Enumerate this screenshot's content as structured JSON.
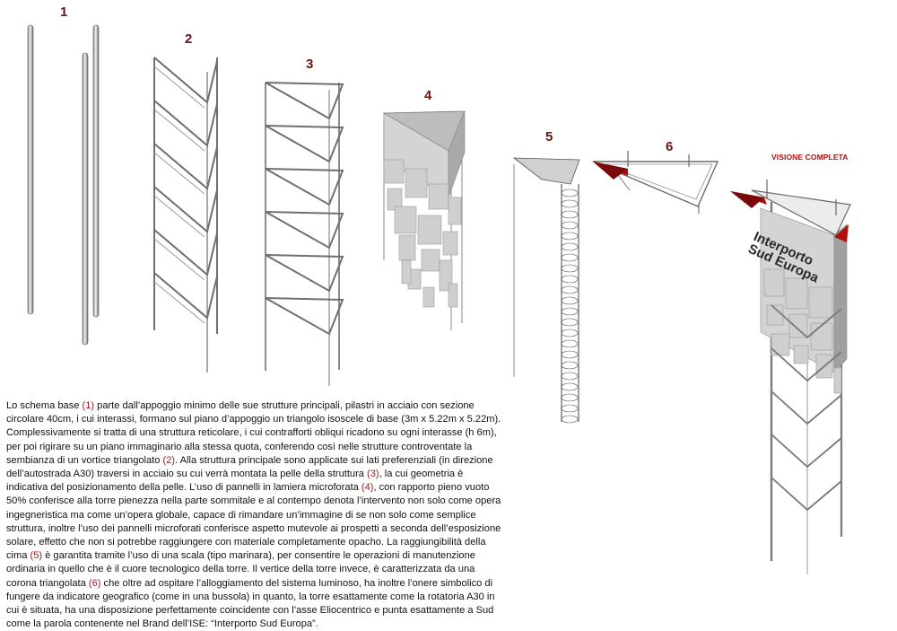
{
  "labels": {
    "step1": "1",
    "step2": "2",
    "step3": "3",
    "step4": "4",
    "step5": "5",
    "step6": "6",
    "vision": "VISIONE COMPLETA"
  },
  "brand": {
    "line1": "Interporto",
    "line2": "Sud Europa"
  },
  "colors": {
    "step_number": "#6b1414",
    "vision_label": "#b01010",
    "crown_red": "#b00d0d",
    "steel": "#7f7f7f",
    "panel": "#c8c8c8"
  },
  "description": {
    "s1": "Lo schema base ",
    "r1": "(1)",
    "s2": " parte dall’appoggio minimo delle sue strutture principali, pilastri in acciaio con sezione circolare 40cm, i cui interassi, formano sul piano d’appoggio un triangolo isoscele di base (3m x 5.22m x 5.22m). Complessivamente si tratta di una struttura reticolare, i cui contrafforti obliqui ricadono su ogni interasse (h 6m), per poi rigirare su un piano immaginario alla stessa quota, conferendo così nelle strutture controventate la sembianza di un vortice triangolato ",
    "r2": "(2)",
    "s3": ". Alla struttura principale sono applicate sui lati preferenziali (in direzione dell’autostrada A30) traversi in acciaio su cui verrà montata la pelle della struttura ",
    "r3": "(3)",
    "s4": ", la cui geometria è indicativa del posizionamento della pelle. L’uso di pannelli in lamiera microforata ",
    "r4": "(4)",
    "s5": ", con rapporto pieno vuoto 50% conferisce alla torre pienezza nella parte sommitale e al contempo denota l’intervento non solo come opera ingegneristica ma come un’opera globale, capace di rimandare un’immagine di se non solo come semplice struttura, inoltre l’uso dei pannelli microforati conferisce aspetto mutevole ai prospetti a seconda dell’esposizione solare, effetto che non si potrebbe raggiungere con materiale completamente opacho. La raggiungibilità della cima ",
    "r5": "(5)",
    "s6": " è garantita tramite l’uso di una scala (tipo marinara), per consentire le operazioni di manutenzione ordinaria in quello che è il cuore tecnologico della torre. Il vertice della torre invece, è caratterizzata da una corona triangolata ",
    "r6": "(6)",
    "s7": " che oltre ad ospitare l’alloggiamento del sistema luminoso, ha inoltre l’onere simbolico di fungere da indicatore geografico (come in una bussola) in quanto, la torre esattamente come la rotatoria A30 in cui è situata, ha una disposizione perfettamente coincidente con l’asse Eliocentrico e punta esattamente a Sud come la parola contenente nel Brand dell’ISE: “Interporto Sud Europa”."
  }
}
